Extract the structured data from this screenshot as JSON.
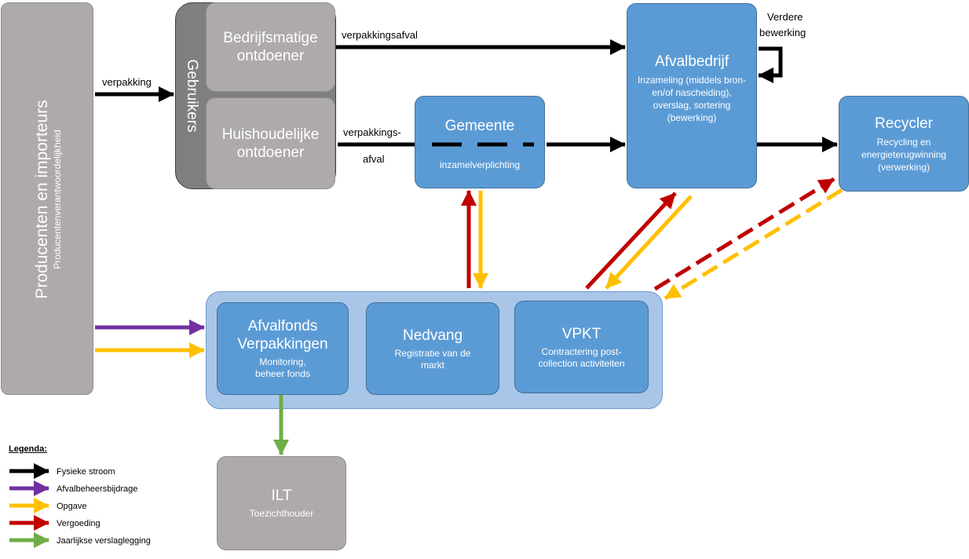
{
  "producers": {
    "title": "Producenten en importeurs",
    "subtitle": "Producentenverantwoordelijkheid"
  },
  "users": {
    "group_label": "Gebruikers",
    "business_disposer": "Bedrijfsmatige ontdoener",
    "household_disposer": "Huishoudelijke ontdoener"
  },
  "flow_labels": {
    "verpakking": "verpakking",
    "verpakkingsafval": "verpakkingsafval",
    "verpakkings_line1": "verpakkings-",
    "verpakkings_line2": "afval",
    "verdere_line1": "Verdere",
    "verdere_line2": "bewerking"
  },
  "gemeente": {
    "title": "Gemeente",
    "subtitle": "inzamelverplichting"
  },
  "afvalbedrijf": {
    "title": "Afvalbedrijf",
    "subtitle": "Inzameling (middels bron- en/of nascheiding), overslag, sortering (bewerking)"
  },
  "recycler": {
    "title": "Recycler",
    "subtitle": "Recycling en energieterugwinning (verwerking)"
  },
  "afvalfonds": {
    "title": "Afvalfonds Verpakkingen",
    "subtitle": "Monitoring, beheer fonds"
  },
  "nedvang": {
    "title": "Nedvang",
    "subtitle": "Registratie van de markt"
  },
  "vpkt": {
    "title": "VPKT",
    "subtitle": "Contractering post-collection activiteiten"
  },
  "ilt": {
    "title": "ILT",
    "subtitle": "Toezichthouder"
  },
  "legend": {
    "title": "Legenda:",
    "items": [
      {
        "label": "Fysieke stroom",
        "color": "#000000"
      },
      {
        "label": "Afvalbeheersbijdrage",
        "color": "#7030a0"
      },
      {
        "label": "Opgave",
        "color": "#ffc000"
      },
      {
        "label": "Vergoeding",
        "color": "#c00000"
      },
      {
        "label": "Jaarlijkse verslaglegging",
        "color": "#70ad47"
      }
    ]
  },
  "colors": {
    "physical": "#000000",
    "contribution": "#7030a0",
    "report": "#ffc000",
    "compensation": "#c00000",
    "annual": "#70ad47",
    "box_blue": "#5b9bd5",
    "box_grey": "#aeaaaa"
  }
}
